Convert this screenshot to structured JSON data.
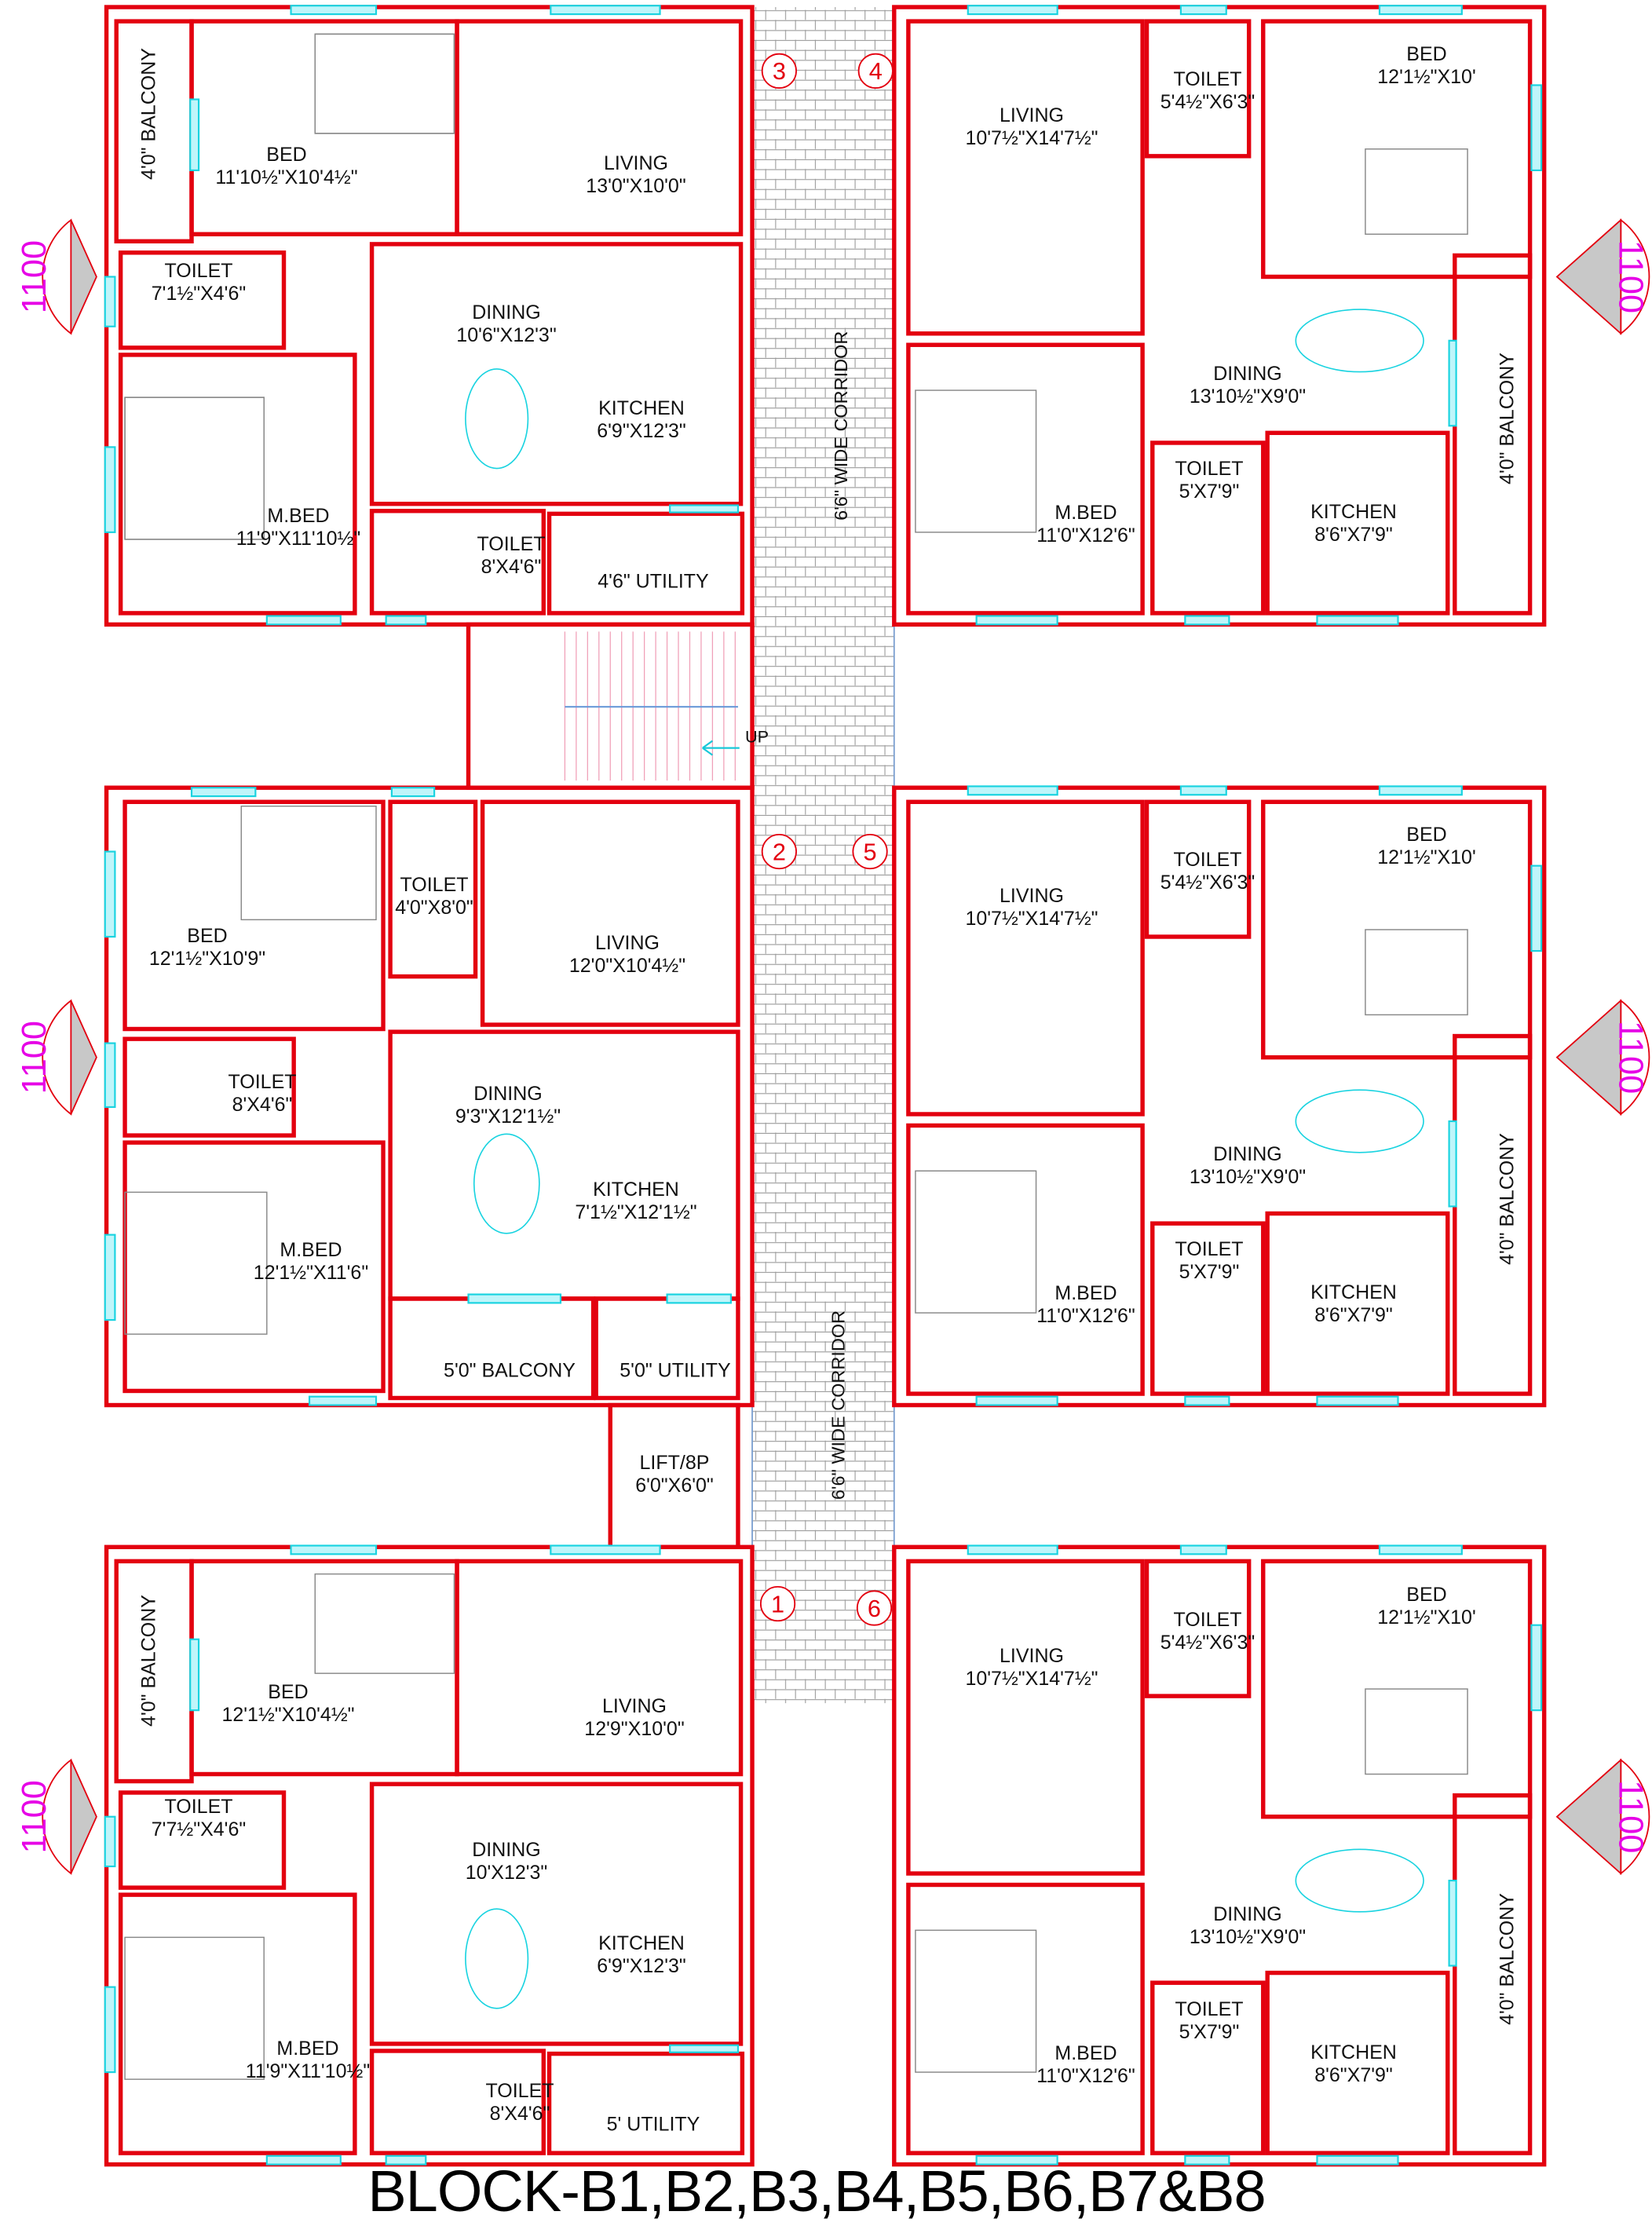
{
  "title": "BLOCK-B1,B2,B3,B4,B5,B6,B7&B8",
  "elevation_markers": [
    "1100",
    "1100",
    "1100",
    "1100",
    "1100",
    "1100"
  ],
  "corridor": {
    "labels": [
      "6'6\" WIDE CORRIDOR",
      "6'6\" WIDE CORRIDOR"
    ],
    "stair_label": "UP"
  },
  "lift": {
    "name": "LIFT/8P",
    "size": "6'0\"X6'0\""
  },
  "colors": {
    "wall": "#e3000f",
    "window": "#19d3e0",
    "door": "#e08a1e",
    "marker_text": "#e600e6",
    "unit_number": "#e3000f"
  },
  "units": [
    {
      "number": "3",
      "rooms": [
        {
          "name": "4'0\" BALCONY",
          "size": ""
        },
        {
          "name": "BED",
          "size": "11'10½\"X10'4½\""
        },
        {
          "name": "LIVING",
          "size": "13'0\"X10'0\""
        },
        {
          "name": "TOILET",
          "size": "7'1½\"X4'6\""
        },
        {
          "name": "DINING",
          "size": "10'6\"X12'3\""
        },
        {
          "name": "KITCHEN",
          "size": "6'9\"X12'3\""
        },
        {
          "name": "M.BED",
          "size": "11'9\"X11'10½\""
        },
        {
          "name": "TOILET",
          "size": "8'X4'6\""
        },
        {
          "name": "4'6\" UTILITY",
          "size": ""
        }
      ]
    },
    {
      "number": "4",
      "rooms": [
        {
          "name": "LIVING",
          "size": "10'7½\"X14'7½\""
        },
        {
          "name": "TOILET",
          "size": "5'4½\"X6'3\""
        },
        {
          "name": "BED",
          "size": "12'1½\"X10'"
        },
        {
          "name": "DINING",
          "size": "13'10½\"X9'0\""
        },
        {
          "name": "TOILET",
          "size": "5'X7'9\""
        },
        {
          "name": "M.BED",
          "size": "11'0\"X12'6\""
        },
        {
          "name": "KITCHEN",
          "size": "8'6\"X7'9\""
        },
        {
          "name": "4'0\" BALCONY",
          "size": ""
        }
      ]
    },
    {
      "number": "2",
      "rooms": [
        {
          "name": "BED",
          "size": "12'1½\"X10'9\""
        },
        {
          "name": "TOILET",
          "size": "4'0\"X8'0\""
        },
        {
          "name": "LIVING",
          "size": "12'0\"X10'4½\""
        },
        {
          "name": "TOILET",
          "size": "8'X4'6\""
        },
        {
          "name": "DINING",
          "size": "9'3\"X12'1½\""
        },
        {
          "name": "KITCHEN",
          "size": "7'1½\"X12'1½\""
        },
        {
          "name": "M.BED",
          "size": "12'1½\"X11'6\""
        },
        {
          "name": "5'0\" BALCONY",
          "size": ""
        },
        {
          "name": "5'0\" UTILITY",
          "size": ""
        }
      ]
    },
    {
      "number": "5",
      "rooms": [
        {
          "name": "LIVING",
          "size": "10'7½\"X14'7½\""
        },
        {
          "name": "TOILET",
          "size": "5'4½\"X6'3\""
        },
        {
          "name": "BED",
          "size": "12'1½\"X10'"
        },
        {
          "name": "DINING",
          "size": "13'10½\"X9'0\""
        },
        {
          "name": "TOILET",
          "size": "5'X7'9\""
        },
        {
          "name": "M.BED",
          "size": "11'0\"X12'6\""
        },
        {
          "name": "KITCHEN",
          "size": "8'6\"X7'9\""
        },
        {
          "name": "4'0\" BALCONY",
          "size": ""
        }
      ]
    },
    {
      "number": "1",
      "rooms": [
        {
          "name": "4'0\" BALCONY",
          "size": ""
        },
        {
          "name": "BED",
          "size": "12'1½\"X10'4½\""
        },
        {
          "name": "LIVING",
          "size": "12'9\"X10'0\""
        },
        {
          "name": "TOILET",
          "size": "7'7½\"X4'6\""
        },
        {
          "name": "DINING",
          "size": "10'X12'3\""
        },
        {
          "name": "KITCHEN",
          "size": "6'9\"X12'3\""
        },
        {
          "name": "M.BED",
          "size": "11'9\"X11'10½\""
        },
        {
          "name": "TOILET",
          "size": "8'X4'6\""
        },
        {
          "name": "5' UTILITY",
          "size": ""
        }
      ]
    },
    {
      "number": "6",
      "rooms": [
        {
          "name": "LIVING",
          "size": "10'7½\"X14'7½\""
        },
        {
          "name": "TOILET",
          "size": "5'4½\"X6'3\""
        },
        {
          "name": "BED",
          "size": "12'1½\"X10'"
        },
        {
          "name": "DINING",
          "size": "13'10½\"X9'0\""
        },
        {
          "name": "TOILET",
          "size": "5'X7'9\""
        },
        {
          "name": "M.BED",
          "size": "11'0\"X12'6\""
        },
        {
          "name": "KITCHEN",
          "size": "8'6\"X7'9\""
        },
        {
          "name": "4'0\" BALCONY",
          "size": ""
        }
      ]
    }
  ]
}
